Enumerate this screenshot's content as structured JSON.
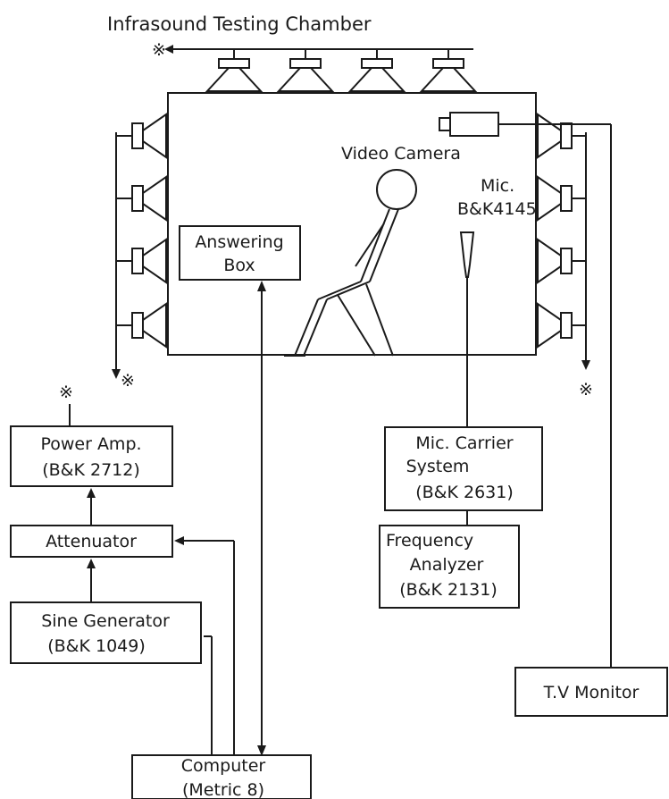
{
  "title": "Infrasound Testing Chamber",
  "chamber": {
    "video_camera": "Video Camera",
    "mic_line1": "Mic.",
    "mic_line2": "B&K4145"
  },
  "answering_box": {
    "line1": "Answering",
    "line2": "Box"
  },
  "power_amp": {
    "line1": "Power Amp.",
    "line2": "(B&K 2712)"
  },
  "attenuator": {
    "line1": "Attenuator"
  },
  "sine_generator": {
    "line1": "Sine Generator",
    "line2": "(B&K 1049)"
  },
  "computer": {
    "line1": "Computer",
    "line2": "(Metric 8)"
  },
  "mic_carrier": {
    "line1": "Mic. Carrier",
    "line2": "System",
    "line3": "(B&K 2631)"
  },
  "frequency_analyzer": {
    "line1": "Frequency",
    "line2": "Analyzer",
    "line3": "(B&K 2131)"
  },
  "tv_monitor": {
    "line1": "T.V Monitor"
  },
  "marker_symbol": "※"
}
